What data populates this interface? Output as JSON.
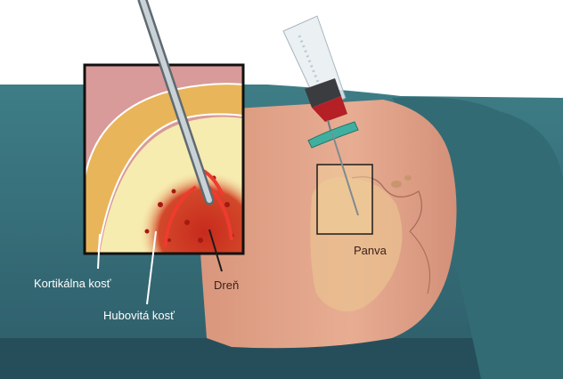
{
  "illustration": {
    "subject": "bone marrow biopsy",
    "labels": {
      "cortical_bone": "Kortikálna kosť",
      "spongy_bone": "Hubovitá kosť",
      "marrow": "Dreň",
      "pelvis": "Panva"
    },
    "colors": {
      "drape": "#3f7880",
      "drape_dark": "#2a5a66",
      "skin": "#e4a88e",
      "skin_shadow": "#c98a72",
      "bone_yellow": "#f7ecb0",
      "marrow_red": "#c0261a",
      "syringe_handle": "#3fb0a0",
      "blood": "#b01d23"
    }
  }
}
